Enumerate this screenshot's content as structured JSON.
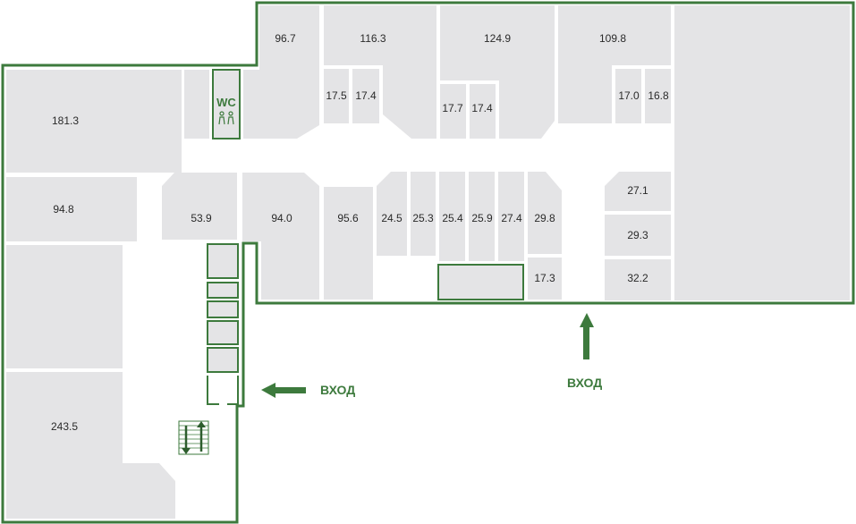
{
  "floor_plan": {
    "rooms": [
      {
        "id": "r1",
        "area": "96.7"
      },
      {
        "id": "r2",
        "area": "116.3"
      },
      {
        "id": "r3",
        "area": "124.9"
      },
      {
        "id": "r4",
        "area": "109.8"
      },
      {
        "id": "r5",
        "area": "181.3"
      },
      {
        "id": "r6",
        "area": "17.5"
      },
      {
        "id": "r7",
        "area": "17.4"
      },
      {
        "id": "r8",
        "area": "17.7"
      },
      {
        "id": "r9",
        "area": "17.4"
      },
      {
        "id": "r10",
        "area": "17.0"
      },
      {
        "id": "r11",
        "area": "16.8"
      },
      {
        "id": "r12",
        "area": "94.8"
      },
      {
        "id": "r13",
        "area": "53.9"
      },
      {
        "id": "r14",
        "area": "94.0"
      },
      {
        "id": "r15",
        "area": "95.6"
      },
      {
        "id": "r16",
        "area": "24.5"
      },
      {
        "id": "r17",
        "area": "25.3"
      },
      {
        "id": "r18",
        "area": "25.4"
      },
      {
        "id": "r19",
        "area": "25.9"
      },
      {
        "id": "r20",
        "area": "27.4"
      },
      {
        "id": "r21",
        "area": "29.8"
      },
      {
        "id": "r22",
        "area": "27.1"
      },
      {
        "id": "r23",
        "area": "29.3"
      },
      {
        "id": "r24",
        "area": "17.3"
      },
      {
        "id": "r25",
        "area": "32.2"
      },
      {
        "id": "r26",
        "area": "243.5"
      }
    ],
    "wc_label": "WC",
    "entrances": [
      {
        "id": "side",
        "label": "ВХОД"
      },
      {
        "id": "main",
        "label": "ВХОД"
      }
    ],
    "colors": {
      "wall": "#3d7a3d",
      "room_fill": "#e4e4e6",
      "background": "#ffffff"
    },
    "icons": [
      "wc-icon",
      "elevator-icon",
      "entrance-arrow-icon"
    ]
  }
}
